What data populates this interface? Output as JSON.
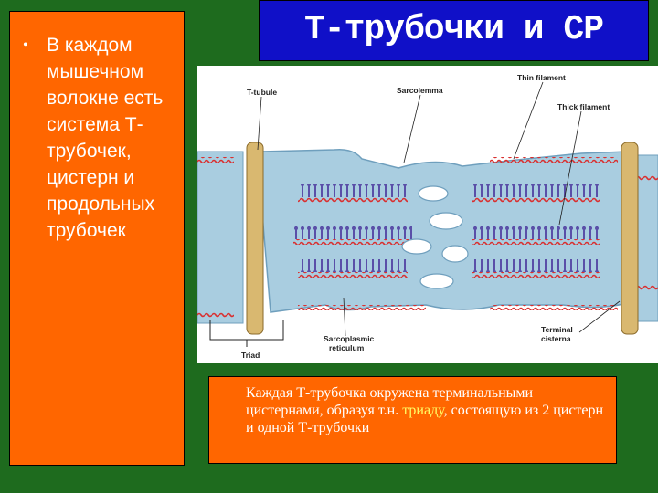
{
  "left_panel": {
    "bullet": "•",
    "text": "В каждом мышечном волокне есть система Т-трубочек, цистерн и продольных трубочек"
  },
  "title": "Т-трубочки и СР",
  "diagram": {
    "labels": {
      "t_tubule": "T-tubule",
      "sarcolemma": "Sarcolemma",
      "thin_filament": "Thin filament",
      "thick_filament": "Thick filament",
      "triad": "Triad",
      "sarcoplasmic_reticulum_1": "Sarcoplasmic",
      "sarcoplasmic_reticulum_2": "reticulum",
      "terminal_cisterna_1": "Terminal",
      "terminal_cisterna_2": "cisterna"
    },
    "colors": {
      "sr": "#a9cde0",
      "sr_edge": "#6f9fbd",
      "t_tubule": "#d9b870",
      "thin": "#d93030",
      "thick": "#5a4fa8"
    }
  },
  "caption": {
    "part1": "Каждая Т-трубочка окружена терминальными цистернами, образуя т.н. ",
    "highlight": "триаду",
    "part2": ",  состоящую из 2 цистерн и одной Т-трубочки"
  }
}
